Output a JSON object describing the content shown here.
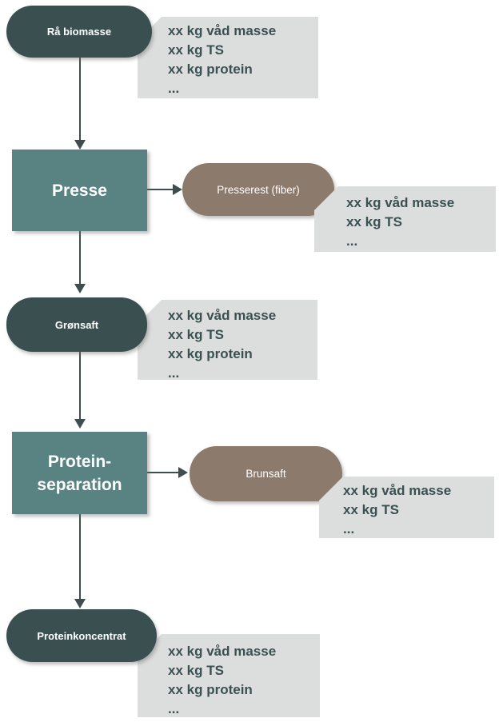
{
  "nodes": {
    "raw_biomass": {
      "label": "Rå biomasse"
    },
    "press": {
      "label": "Presse"
    },
    "press_residue": {
      "label": "Presserest (fiber)"
    },
    "green_juice": {
      "label": "Grønsaft"
    },
    "protein_separation": {
      "line1": "Protein-",
      "line2": "separation"
    },
    "brown_juice": {
      "label": "Brunsaft"
    },
    "protein_concentrate": {
      "label": "Proteinkoncentrat"
    }
  },
  "info_boxes": {
    "raw_biomass": {
      "lines": [
        "xx kg våd masse",
        "xx kg TS",
        "xx kg protein",
        "..."
      ]
    },
    "press_residue": {
      "lines": [
        "xx kg våd masse",
        "xx kg TS",
        "..."
      ]
    },
    "green_juice": {
      "lines": [
        "xx kg våd masse",
        "xx kg TS",
        "xx kg protein",
        "..."
      ]
    },
    "brown_juice": {
      "lines": [
        "xx kg våd masse",
        "xx kg TS",
        "..."
      ]
    },
    "protein_concentrate": {
      "lines": [
        "xx kg våd masse",
        "xx kg TS",
        "xx kg protein",
        "..."
      ]
    }
  },
  "colors": {
    "dark_node": "#3A5050",
    "process_node": "#598383",
    "byproduct_node": "#8C7A6C",
    "info_box_bg": "#DCDDDD",
    "info_box_text": "#3A5151",
    "arrow": "#3E4E4E"
  }
}
